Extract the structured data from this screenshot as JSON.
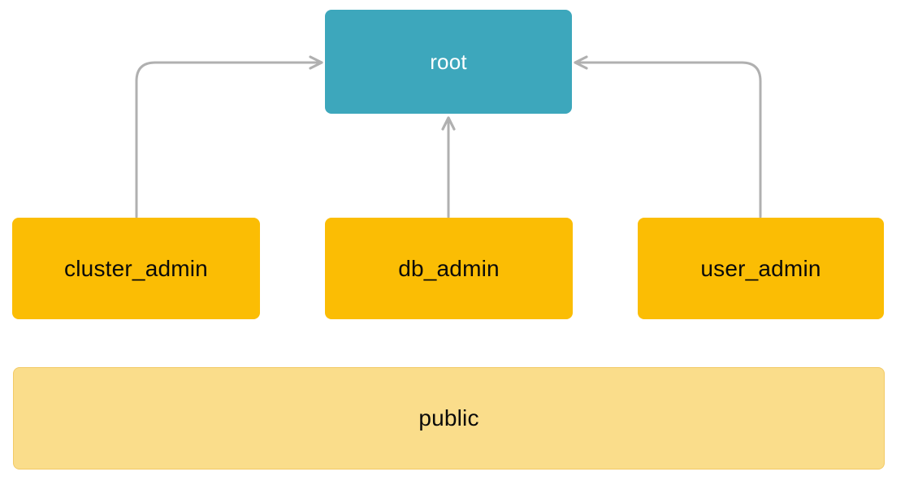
{
  "diagram": {
    "type": "role-hierarchy",
    "background": "#ffffff",
    "nodes": {
      "root": {
        "label": "root",
        "fill": "#3da7bc",
        "text_color": "#ffffff"
      },
      "cluster_admin": {
        "label": "cluster_admin",
        "fill": "#fbbd04",
        "text_color": "#0a0a0a"
      },
      "db_admin": {
        "label": "db_admin",
        "fill": "#fbbd04",
        "text_color": "#0a0a0a"
      },
      "user_admin": {
        "label": "user_admin",
        "fill": "#fbbd04",
        "text_color": "#0a0a0a"
      },
      "public": {
        "label": "public",
        "fill": "#fadd8b",
        "border_color": "#f2ca66",
        "text_color": "#0a0a0a"
      }
    },
    "edges": [
      {
        "from": "cluster_admin",
        "to": "root",
        "style": "elbow-up-right"
      },
      {
        "from": "db_admin",
        "to": "root",
        "style": "straight-up"
      },
      {
        "from": "user_admin",
        "to": "root",
        "style": "elbow-up-left"
      }
    ],
    "arrow_color": "#b0b0b0"
  }
}
